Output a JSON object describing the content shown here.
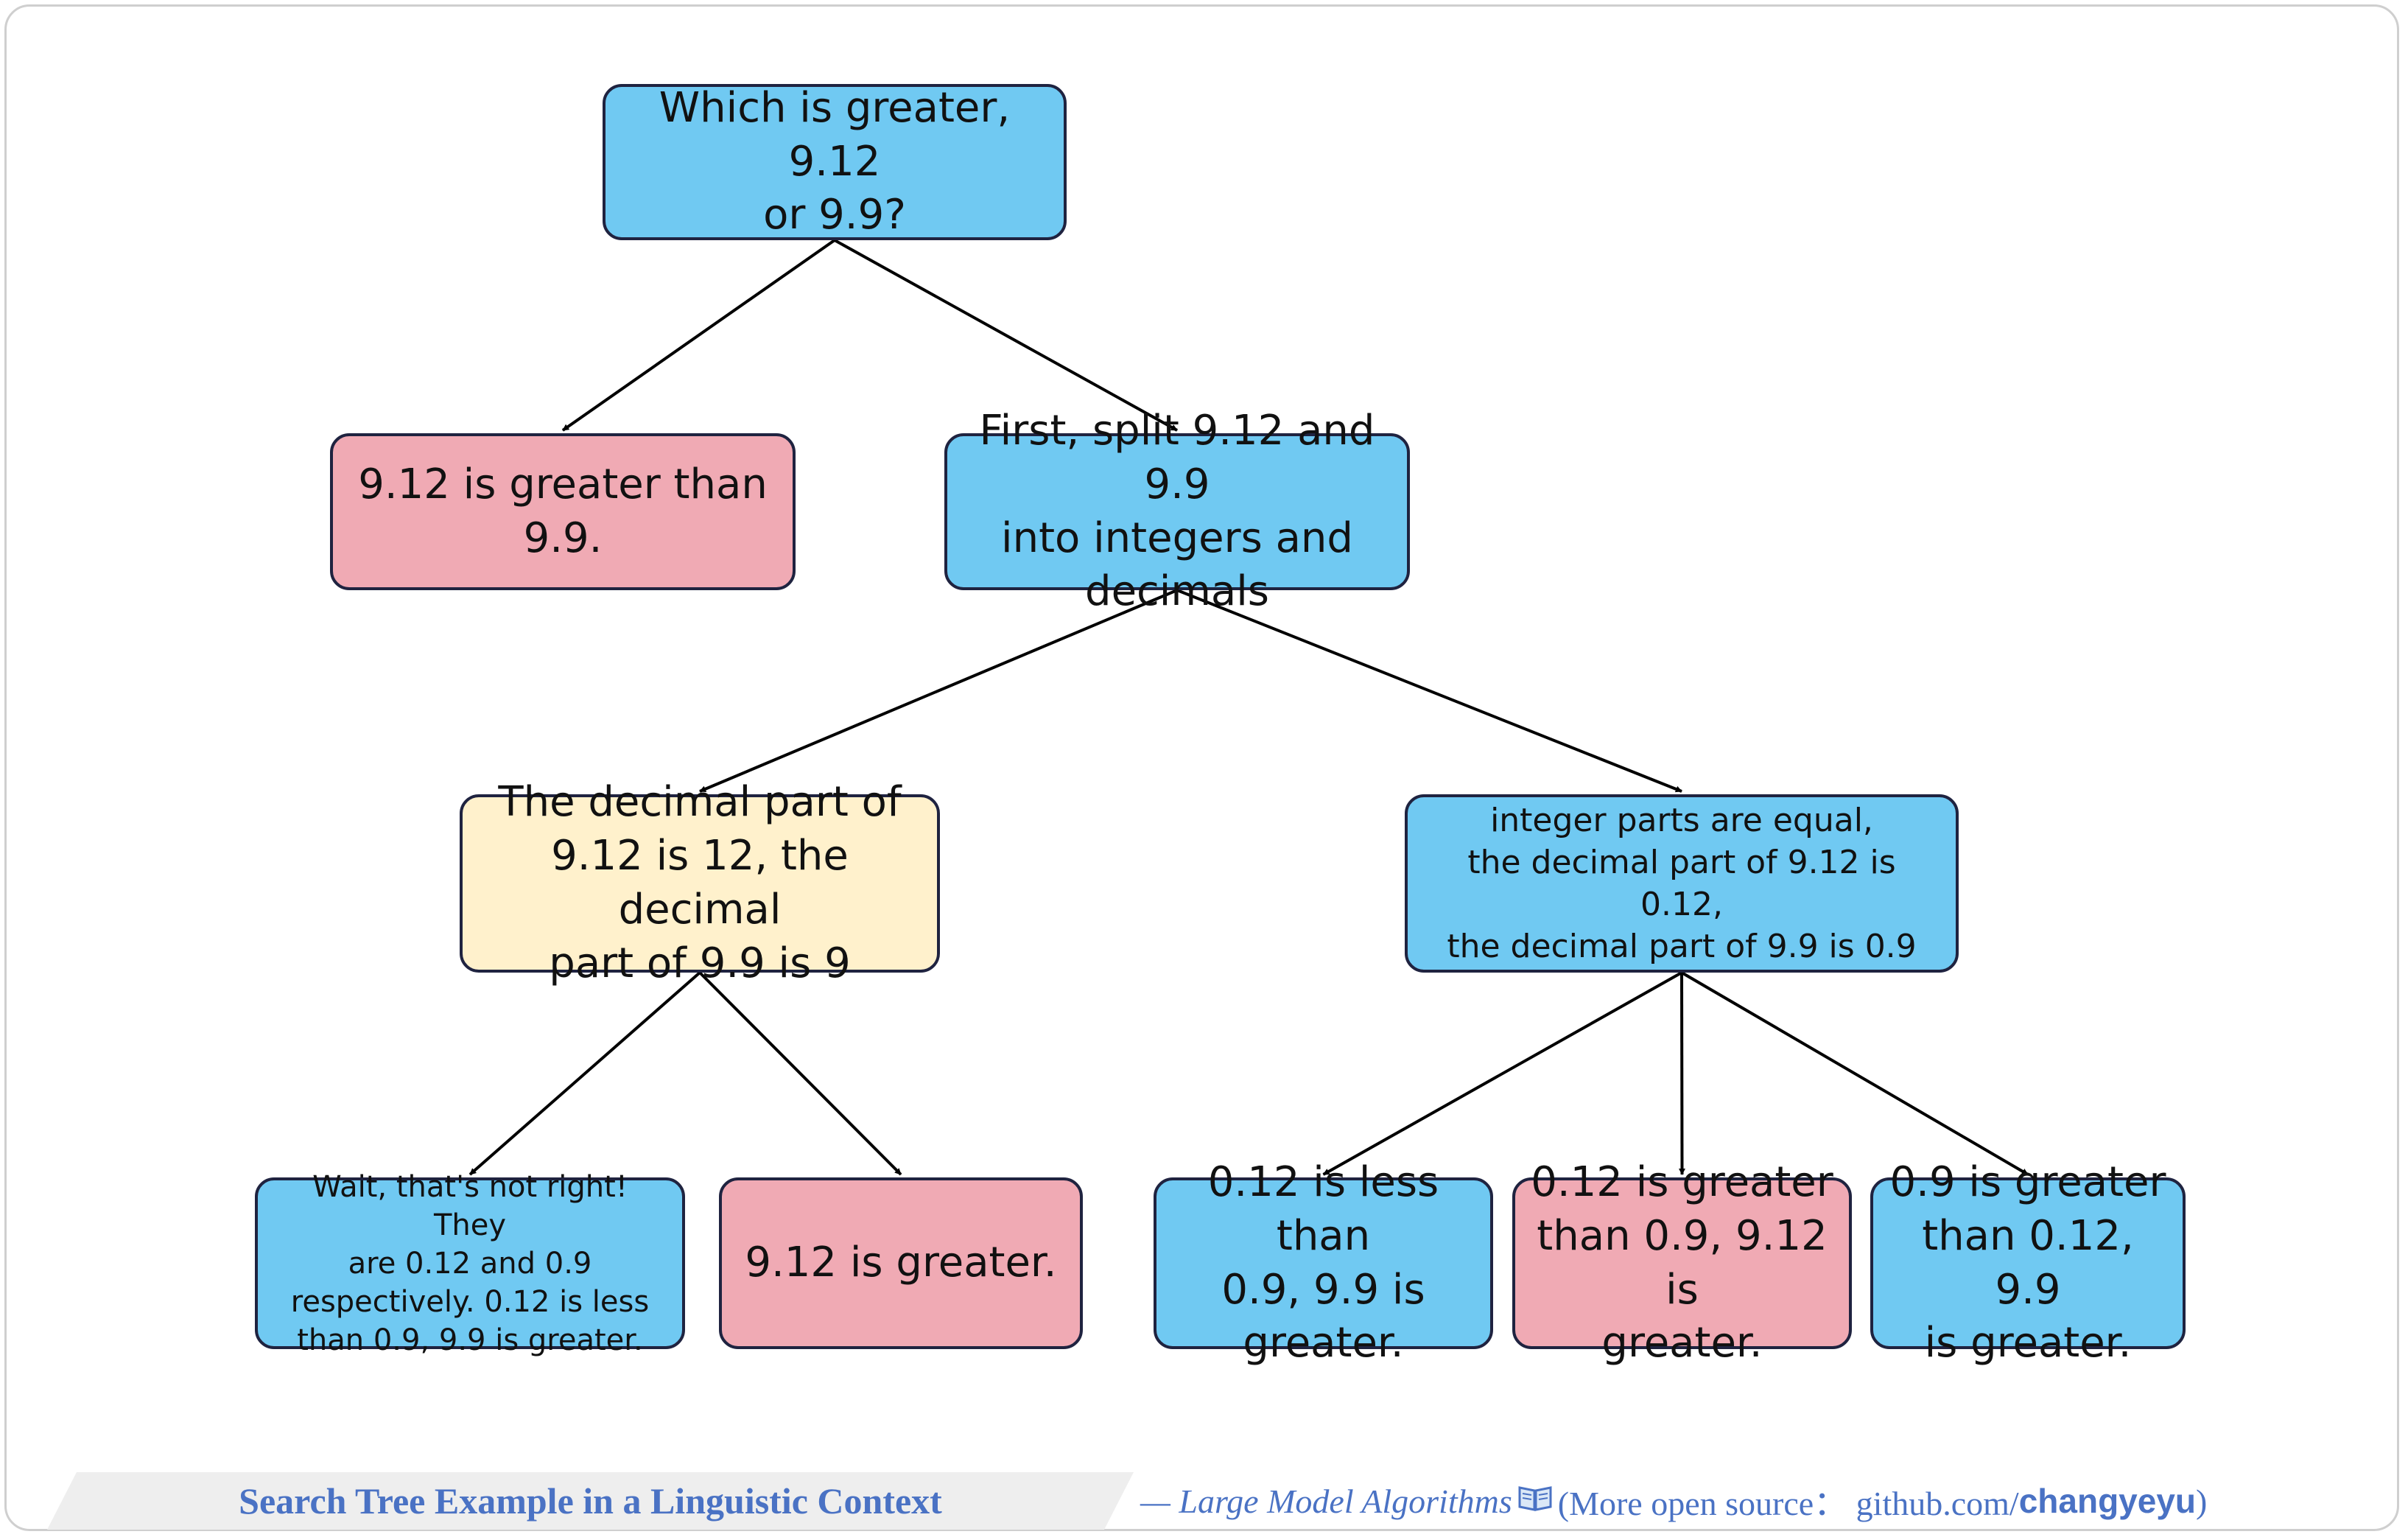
{
  "nodes": {
    "root": "Which is greater, 9.12\nor 9.9?",
    "wrong_claim": "9.12 is greater than\n9.9.",
    "split_step": "First, split 9.12 and 9.9\ninto integers and\ndecimals",
    "decimal_misread": "The decimal part of\n9.12 is 12, the decimal\npart of 9.9 is 9",
    "decimal_correct": "integer parts are equal,\nthe decimal part of 9.12 is 0.12,\nthe decimal part of 9.9 is 0.9",
    "self_correct": "Wait, that's not right! They\nare 0.12 and 0.9\nrespectively. 0.12 is less\nthan 0.9,   9.9 is greater.",
    "wrong_conclusion": "9.12 is greater.",
    "leaf_a": "0.12 is less than\n0.9, 9.9 is\ngreater.",
    "leaf_b": "0.12 is greater\nthan 0.9, 9.12 is\ngreater.",
    "leaf_c": "0.9 is greater\nthan 0.12, 9.9\nis greater."
  },
  "edges": [
    [
      "root",
      "wrong_claim"
    ],
    [
      "root",
      "split_step"
    ],
    [
      "split_step",
      "decimal_misread"
    ],
    [
      "split_step",
      "decimal_correct"
    ],
    [
      "decimal_misread",
      "self_correct"
    ],
    [
      "decimal_misread",
      "wrong_conclusion"
    ],
    [
      "decimal_correct",
      "leaf_a"
    ],
    [
      "decimal_correct",
      "leaf_b"
    ],
    [
      "decimal_correct",
      "leaf_c"
    ]
  ],
  "footer": {
    "title": "Search Tree Example in a Linguistic Context",
    "credit_prefix": "— Large Model Algorithms",
    "credit_icon": "book-icon",
    "credit_middle": "(More open source：  github.com/",
    "credit_handle": "changyeyu",
    "credit_suffix": ")"
  },
  "colors": {
    "blue_node": "#70c9f2",
    "pink_node": "#f0aab4",
    "yellow_node": "#fff1cc",
    "node_border": "#1f2340",
    "footer_text": "#4a72c4"
  }
}
